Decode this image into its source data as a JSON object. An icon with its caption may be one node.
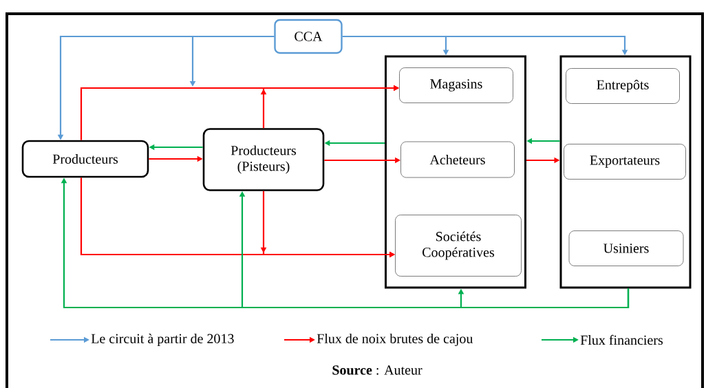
{
  "diagram": {
    "nodes": [
      {
        "text": [
          "CCA"
        ]
      },
      {
        "text": [
          "Producteurs"
        ]
      },
      {
        "text": [
          "Producteurs (Pisteurs)"
        ]
      },
      {
        "text": [],
        "shape": "box"
      },
      {
        "text": [
          "Magasins"
        ],
        "in": 3
      },
      {
        "text": [
          "Acheteurs"
        ],
        "in": 3
      },
      {
        "text": [
          "Sociétés Coopératives"
        ],
        "in": 3
      },
      {
        "text": [],
        "shape": "box"
      },
      {
        "text": [
          "Entrepôts"
        ],
        "in": 7
      },
      {
        "text": [
          "Exportateurs"
        ],
        "in": 7
      },
      {
        "text": [
          "Usiniers"
        ],
        "in": 7
      }
    ],
    "edges": [
      {
        "from": 0,
        "to": 1,
        "arrow": "to",
        "color": "#5b9bd5"
      },
      {
        "from": 0,
        "to": null,
        "arrow": "to",
        "color": "#5b9bd5"
      },
      {
        "from": 0,
        "to": 3,
        "arrow": "to",
        "color": "#5b9bd5"
      },
      {
        "from": 0,
        "to": 7,
        "arrow": "to",
        "color": "#5b9bd5"
      },
      {
        "from": 1,
        "to": 4,
        "arrow": "to"
      },
      {
        "from": 1,
        "to": 2,
        "arrow": "to"
      },
      {
        "from": 1,
        "to": 6,
        "arrow": "to"
      },
      {
        "from": 2,
        "to": 4,
        "arrow": "to"
      },
      {
        "from": 2,
        "to": 6,
        "arrow": "to"
      },
      {
        "from": 2,
        "to": 5,
        "arrow": "to"
      },
      {
        "from": 3,
        "to": 7,
        "arrow": "to"
      },
      {
        "from": 2,
        "to": 1,
        "arrow": "to",
        "color": "#00b050"
      },
      {
        "from": 3,
        "to": 2,
        "arrow": "to",
        "color": "#00b050"
      },
      {
        "from": 7,
        "to": 3,
        "arrow": "to",
        "color": "#00b050"
      },
      {
        "from": 7,
        "to": 3,
        "arrow": "to",
        "color": "#00b050"
      },
      {
        "from": 7,
        "to": 2,
        "arrow": "to",
        "color": "#00b050"
      },
      {
        "from": 7,
        "to": 1,
        "arrow": "to",
        "color": "#00b050"
      }
    ],
    "legend": [
      {
        "text": "Le circuit à partir de 2013"
      },
      {
        "text": "Flux de noix brutes de cajou"
      },
      {
        "text": "Flux financiers"
      }
    ],
    "caption": "**Source** : Auteur"
  }
}
